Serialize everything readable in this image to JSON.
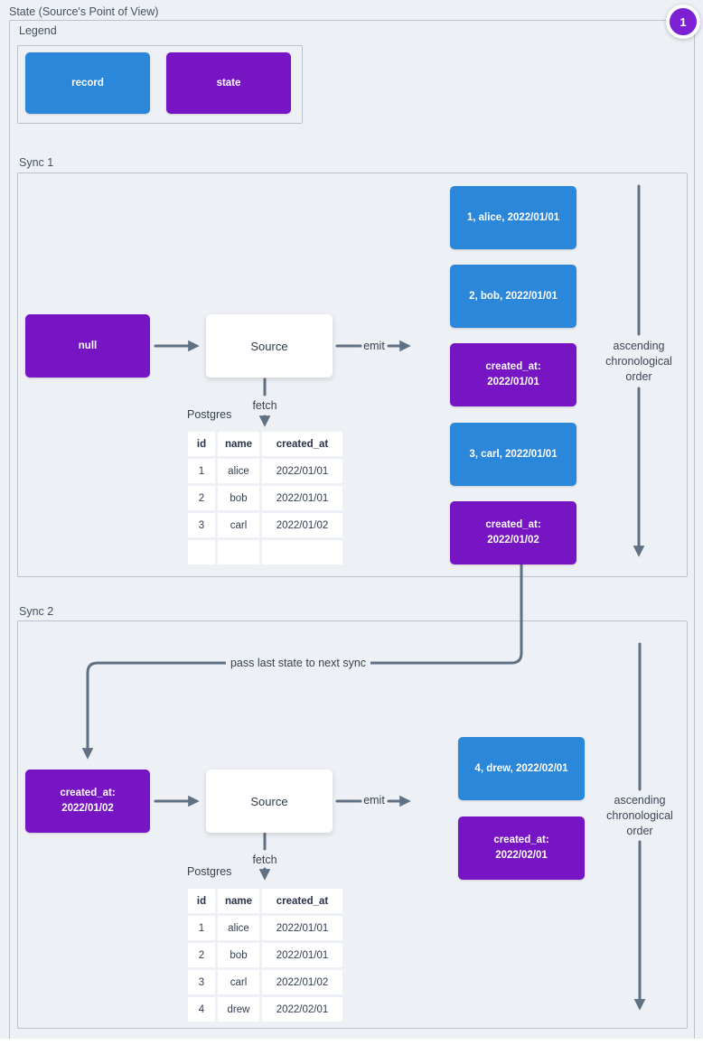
{
  "page": {
    "title": "State (Source's Point of View)",
    "badge": "1"
  },
  "colors": {
    "record_blue": "#2b87d9",
    "state_purple": "#7714c4",
    "badge_purple": "#7d1fd3",
    "arrow_gray": "#5f7183",
    "border_gray": "#b9c2ce",
    "background": "#edf0f5"
  },
  "legend": {
    "label": "Legend",
    "items": [
      {
        "type": "record",
        "label": "record"
      },
      {
        "type": "state",
        "label": "state"
      }
    ]
  },
  "sync1": {
    "label": "Sync 1",
    "input_state": "null",
    "source": "Source",
    "emit": "emit",
    "fetch": "fetch",
    "db": "Postgres",
    "order": "ascending chronological order",
    "emissions": [
      {
        "type": "record",
        "text": "1, alice, 2022/01/01"
      },
      {
        "type": "record",
        "text": "2, bob, 2022/01/01"
      },
      {
        "type": "state",
        "text": "created_at:\n2022/01/01"
      },
      {
        "type": "record",
        "text": "3, carl, 2022/01/01"
      },
      {
        "type": "state",
        "text": "created_at:\n2022/01/02"
      }
    ],
    "table": {
      "headers": [
        "id",
        "name",
        "created_at"
      ],
      "rows": [
        [
          "1",
          "alice",
          "2022/01/01"
        ],
        [
          "2",
          "bob",
          "2022/01/01"
        ],
        [
          "3",
          "carl",
          "2022/01/02"
        ],
        [
          "",
          "",
          ""
        ]
      ]
    }
  },
  "connector": {
    "label": "pass last state to next sync"
  },
  "sync2": {
    "label": "Sync 2",
    "input_state": "created_at:\n2022/01/02",
    "source": "Source",
    "emit": "emit",
    "fetch": "fetch",
    "db": "Postgres",
    "order": "ascending chronological order",
    "emissions": [
      {
        "type": "record",
        "text": "4, drew, 2022/02/01"
      },
      {
        "type": "state",
        "text": "created_at:\n2022/02/01"
      }
    ],
    "table": {
      "headers": [
        "id",
        "name",
        "created_at"
      ],
      "rows": [
        [
          "1",
          "alice",
          "2022/01/01"
        ],
        [
          "2",
          "bob",
          "2022/01/01"
        ],
        [
          "3",
          "carl",
          "2022/01/02"
        ],
        [
          "4",
          "drew",
          "2022/02/01"
        ]
      ]
    }
  }
}
